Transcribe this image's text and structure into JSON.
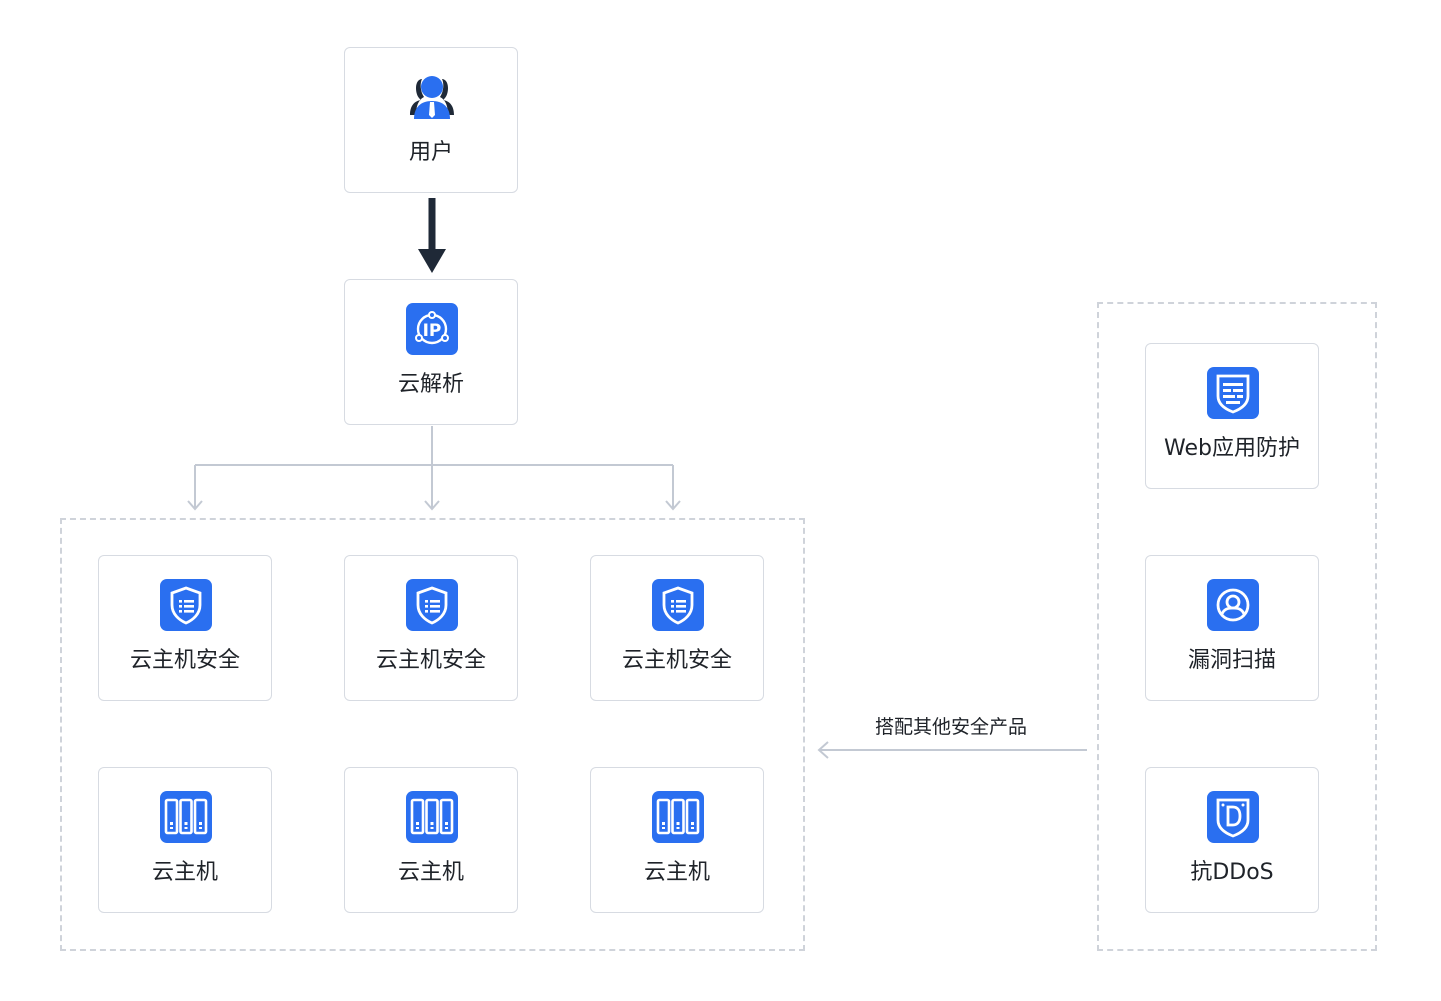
{
  "accent_color": "#2a6ff0",
  "user_node": {
    "label": "用户",
    "icon": "user-group-icon"
  },
  "dns_node": {
    "label": "云解析",
    "icon": "ip-resolve-icon"
  },
  "host_security_nodes": [
    {
      "label": "云主机安全",
      "icon": "shield-list-icon"
    },
    {
      "label": "云主机安全",
      "icon": "shield-list-icon"
    },
    {
      "label": "云主机安全",
      "icon": "shield-list-icon"
    }
  ],
  "host_nodes": [
    {
      "label": "云主机",
      "icon": "server-rack-icon"
    },
    {
      "label": "云主机",
      "icon": "server-rack-icon"
    },
    {
      "label": "云主机",
      "icon": "server-rack-icon"
    }
  ],
  "security_products": [
    {
      "label": "Web应用防护",
      "icon": "firewall-shield-icon"
    },
    {
      "label": "漏洞扫描",
      "icon": "vulnerability-scan-icon"
    },
    {
      "label": "抗DDoS",
      "icon": "ddos-shield-icon"
    }
  ],
  "edge_label": "搭配其他安全产品"
}
